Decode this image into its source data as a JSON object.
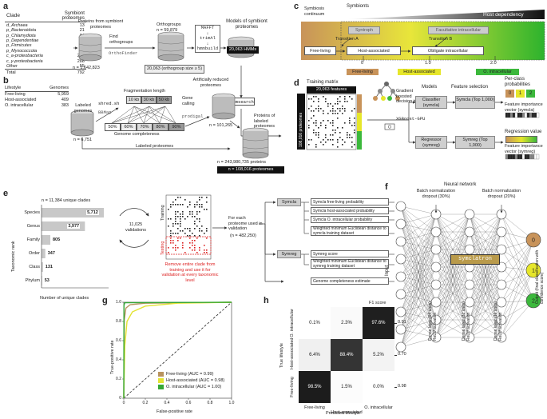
{
  "panels": {
    "a": "a",
    "b": "b",
    "c": "c",
    "d": "d",
    "e": "e",
    "f": "f",
    "g": "g",
    "h": "h"
  },
  "a": {
    "col_clade": "Clade",
    "col_symbiont": "Symbiont proteomes",
    "rows": [
      {
        "clade": "d_Archaea",
        "n": "13"
      },
      {
        "clade": "p_Bacteroidota",
        "n": "21"
      },
      {
        "clade": "p_Chlamydiota",
        "n": "84"
      },
      {
        "clade": "p_Dependentiae",
        "n": "22"
      },
      {
        "clade": "p_Firmicutes",
        "n": "75"
      },
      {
        "clade": "p_Myxococcota",
        "n": "16"
      },
      {
        "clade": "c_a-proteobacteria",
        "n": "218"
      },
      {
        "clade": "c_γ-proteobacteria",
        "n": "288"
      },
      {
        "clade": "Other",
        "n": "55"
      }
    ],
    "total_label": "Total",
    "total": "792",
    "proteins_from": "Proteins from symbiont proteomes",
    "n_proteins": "n = 1,642,823",
    "find_orthogroups": "Find orthogroups",
    "orthofinder": "OrthoFinder",
    "orthogroups": "Orthogroups",
    "n_orthogroups": "n = 59,879",
    "orthogroup_note": "20,063 (orthogroup size ≥ 5)",
    "tools": [
      "MAFFT",
      "trimAl",
      "hmmbuild"
    ],
    "models_label": "Models of symbiont proteomes",
    "hmms": "20,063 HMMs"
  },
  "b": {
    "lifestyle_header": "Lifestyle",
    "genomes_header": "Genomes",
    "rows": [
      {
        "name": "Free-living",
        "n": "5,959"
      },
      {
        "name": "Host-associated",
        "n": "409"
      },
      {
        "name": "O. intracellular",
        "n": "383"
      }
    ],
    "labeled_genomes": "Labeled genomes",
    "n_genomes": "n = 6,751",
    "shred": "shred.sh",
    "bbmap": "BBMap",
    "fragmentation": "Fragmentation length",
    "frag_lengths": [
      "10 kb",
      "30 kb",
      "50 kb"
    ],
    "gene_calling": "Gene calling",
    "prodigal": "prodigal",
    "completeness_values": [
      "50%",
      "60%",
      "70%",
      "80%",
      "90%"
    ],
    "genome_completeness": "Genome completeness",
    "artificially": "Artificially reduced proteomes",
    "n_reduced": "n = 101,265",
    "labeled_proteomes": "Labeled proteomes",
    "proteins_of_labeled": "Proteins of labeled proteomes",
    "n_proteins": "n = 243,980,735 proteins",
    "n_proteomes": "n = 108,016 proteomes",
    "hmmsearch": "hmmsearch"
  },
  "c": {
    "continuum": "Symbiosis continuum",
    "symbionts": "Symbionts",
    "host_dependency": "Host dependency",
    "syntroph": "Syntroph",
    "facultative": "Facultative intracellular",
    "transition_a": "Transition A",
    "transition_b": "Transition B",
    "free_living": "Free-living",
    "host_associated": "Host-associated",
    "obligate": "Obligate intracellular",
    "scores": [
      "0",
      "1.0",
      "2.0"
    ],
    "tags": [
      "Free-living",
      "Host-associated",
      "O. intracellular"
    ],
    "colors": {
      "free": "#c8935a",
      "host": "#e6e62a",
      "intra": "#3cb83c"
    }
  },
  "d": {
    "training_matrix": "Training matrix",
    "features": "20,063 features",
    "proteomes_side": "108,016 proteomes",
    "gbt": "Gradient boosted decision trees",
    "xgboost": "XGBoost-GPU",
    "models": "Models",
    "classifier": "Classifier (symcla)",
    "regressor": "Regressor (symreg)",
    "feature_selection": "Feature selection",
    "symcla_top": "Symcla (Top 1,000)",
    "symreg_top": "Symreg (Top 1,000)",
    "per_class": "Per-class probabilities",
    "class_values": [
      "0",
      "1",
      "2"
    ],
    "fiv_symcla": "Feature importance vector (symcla)",
    "regression_value": "Regression value",
    "fiv_symreg": "Feature importance vector (symreg)"
  },
  "e": {
    "n_clades": "n = 11,384 unique clades",
    "ranks": [
      {
        "rank": "Species",
        "value": 5712,
        "label": "5,712"
      },
      {
        "rank": "Genus",
        "value": 3977,
        "label": "3,977"
      },
      {
        "rank": "Family",
        "value": 805,
        "label": "805"
      },
      {
        "rank": "Order",
        "value": 347,
        "label": "347"
      },
      {
        "rank": "Class",
        "value": 131,
        "label": "131"
      },
      {
        "rank": "Phylum",
        "value": 53,
        "label": "53"
      }
    ],
    "ylabel": "Taxonomic rank",
    "xlabel": "Number of unique clades",
    "validations": "11,025 validations",
    "training": "Training",
    "testing": "Testing",
    "remove_note": "Remove entire clade from training and use it for validation at every taxonomic level",
    "for_each": "For each proteome used in validation",
    "n_validation": "(n = 482,250)",
    "symcla": "Symcla",
    "symreg": "Symreg",
    "outputs": [
      "Symcla free-living probability",
      "Symcla host-associated probability",
      "Symcla O. intracellular probability",
      "Weighted minimum Euclidean distance to symcla training dataset",
      "Symreg score",
      "Weighted minimum Euclidean distance to symreg training dataset",
      "Genome completeness estimate"
    ]
  },
  "f": {
    "neural_network": "Neural network",
    "bn1": "Batch normalization dropout (30%)",
    "bn2": "Batch normalization dropout (20%)",
    "input": "Input",
    "symclatron": "symclatron",
    "dense1": "Dense layer (64 units) ReLU activation",
    "dense2": "Dense layer (32 units) ReLU activation",
    "dense3": "Dense layer (16 units) ReLU activation",
    "output": "Output (final classification with confidence score)",
    "outputs": [
      "0",
      "1",
      "2"
    ]
  },
  "g": {
    "xlabel": "False-positive rate",
    "ylabel": "True-positive rate",
    "ticks": [
      "0",
      "0.2",
      "0.4",
      "0.6",
      "0.8",
      "1.0"
    ],
    "legend": [
      {
        "name": "Free-living (AUC = 0.99)",
        "color": "#b8935f"
      },
      {
        "name": "Host-associated (AUC = 0.98)",
        "color": "#e3e333"
      },
      {
        "name": "O. intracellular (AUC = 1.00)",
        "color": "#35a835"
      }
    ]
  },
  "h": {
    "ylabel": "True lifestyle",
    "xlabel": "Predicted lifestyle",
    "f1_header": "F1 score",
    "row_labels": [
      "O. intracellular",
      "Host-associated",
      "Free-living"
    ],
    "col_labels": [
      "Free-living",
      "Host-associated",
      "O. intracellular"
    ],
    "cells": [
      [
        "0.1%",
        "2.3%",
        "97.6%"
      ],
      [
        "6.4%",
        "88.4%",
        "5.2%"
      ],
      [
        "98.5%",
        "1.5%",
        "0.0%"
      ]
    ],
    "f1": [
      "0.91",
      "0.70",
      "0.98"
    ]
  }
}
